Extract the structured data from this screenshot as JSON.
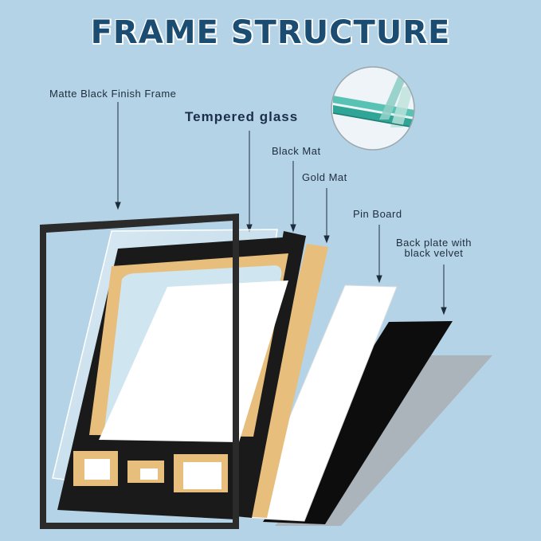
{
  "title": "FRAME STRUCTURE",
  "labels": {
    "frame": "Matte Black Finish Frame",
    "glass": "Tempered glass",
    "black_mat": "Black Mat",
    "gold_mat": "Gold Mat",
    "pin_board": "Pin Board",
    "back_plate_line1": "Back plate with",
    "back_plate_line2": "black velvet"
  },
  "colors": {
    "background": "#b5d3e6",
    "title": "#1b4d72",
    "frame": "#2b2b2b",
    "gold": "#e7be7c",
    "black_mat": "#1a1a1a",
    "glass": "#2fa597"
  }
}
